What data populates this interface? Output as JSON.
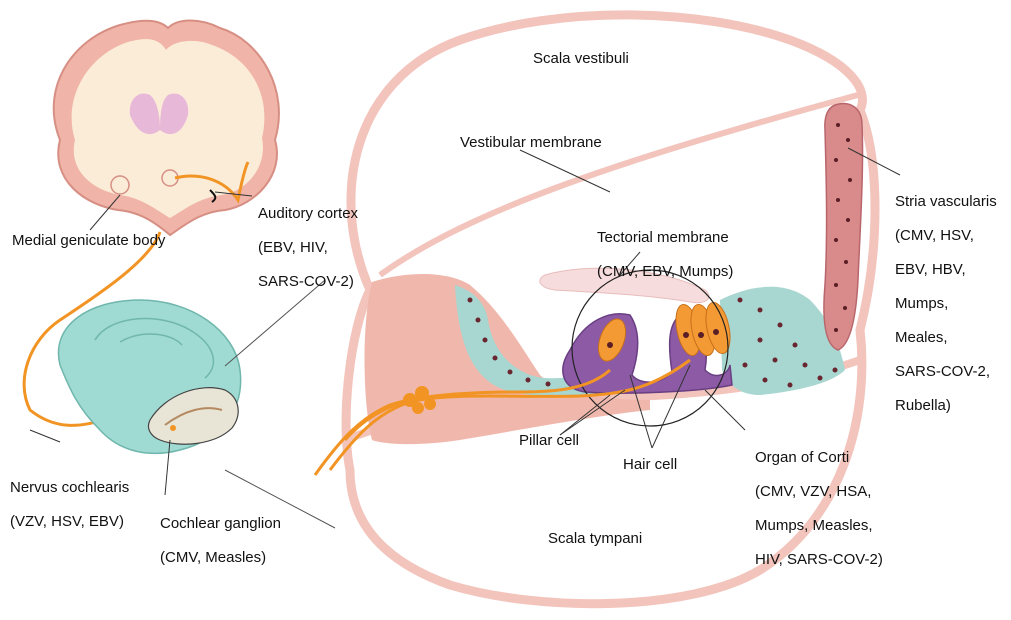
{
  "labels": {
    "scala_vestibuli": "Scala vestibuli",
    "vestibular_membrane": "Vestibular membrane",
    "stria_vascularis": [
      "Stria vascularis",
      "(CMV, HSV,",
      "EBV, HBV,",
      "Mumps,",
      "Meales,",
      "SARS-COV-2,",
      "Rubella)"
    ],
    "auditory_cortex": [
      "Auditory cortex",
      "(EBV, HIV,",
      "SARS-COV-2)"
    ],
    "medial_geniculate_body": "Medial geniculate body",
    "tectorial_membrane": [
      "Tectorial membrane",
      "(CMV, EBV, Mumps)"
    ],
    "pillar_cell": "Pillar cell",
    "hair_cell": "Hair cell",
    "organ_of_corti": [
      "Organ of Corti",
      "(CMV, VZV, HSA,",
      "Mumps, Measles,",
      "HIV, SARS-COV-2)"
    ],
    "nervus_cochlearis": [
      "Nervus cochlearis",
      "(VZV, HSV, EBV)"
    ],
    "cochlear_ganglion": [
      "Cochlear ganglion",
      "(CMV, Measles)"
    ],
    "scala_tympani": "Scala tympani"
  },
  "colors": {
    "duct_outline": "#f2c4bc",
    "brain_cortex": "#f0b4a8",
    "brain_white_matter": "#fbecd8",
    "ventricle": "#e8b8d8",
    "nerve": "#f29424",
    "cochlea": "#9fdad3",
    "supporting_cells": "#a8d6d0",
    "pillar_cell": "#8d5aa6",
    "hair_cell": "#f49a35",
    "stria": "#d98a8a",
    "tectorial": "#f6dcdc",
    "basilar": "#f3c6b8"
  }
}
